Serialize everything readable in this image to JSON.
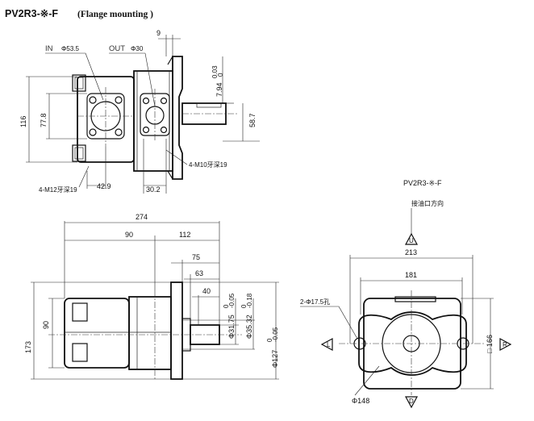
{
  "title": {
    "model": "PV2R3-※-F",
    "subtitle": "(Flange mounting )"
  },
  "view_top": {
    "inlet": "IN",
    "inlet_dia": "Φ53.5",
    "outlet": "OUT",
    "outlet_dia": "Φ30",
    "dim_9": "9",
    "dim_116": "116",
    "dim_77_8": "77.8",
    "dim_42_9": "42.9",
    "dim_30_2": "30.2",
    "dim_7_94": "7.94",
    "dim_7_94_tol_upper": "0.03",
    "dim_7_94_tol_lower": "0",
    "dim_58_7": "58.7",
    "thread_m10": "4-M10牙深19",
    "thread_m12": "4-M12牙深19"
  },
  "view_side": {
    "dim_274": "274",
    "dim_90_top": "90",
    "dim_112": "112",
    "dim_75": "75",
    "dim_63": "63",
    "dim_40": "40",
    "dim_90_left": "90",
    "dim_173": "173",
    "dia_31_75": "Φ31.75",
    "dia_31_75_tol_upper": "0",
    "dia_31_75_tol_lower": "-0.05",
    "dia_35_32": "Φ35.32",
    "dia_35_32_tol_upper": "0",
    "dia_35_32_tol_lower": "-0.18",
    "dia_127": "Φ127",
    "dia_127_tol_upper": "0",
    "dia_127_tol_lower": "-0.05"
  },
  "view_front": {
    "model": "PV2R3-※-F",
    "port_direction": "接油口方向",
    "dim_213": "213",
    "dim_181": "181",
    "holes": "2-Φ17.5孔",
    "dim_166": "□ 166",
    "dia_148": "Φ148",
    "mark_u": "U",
    "mark_d": "D",
    "mark_l": "L",
    "mark_r": "R"
  }
}
